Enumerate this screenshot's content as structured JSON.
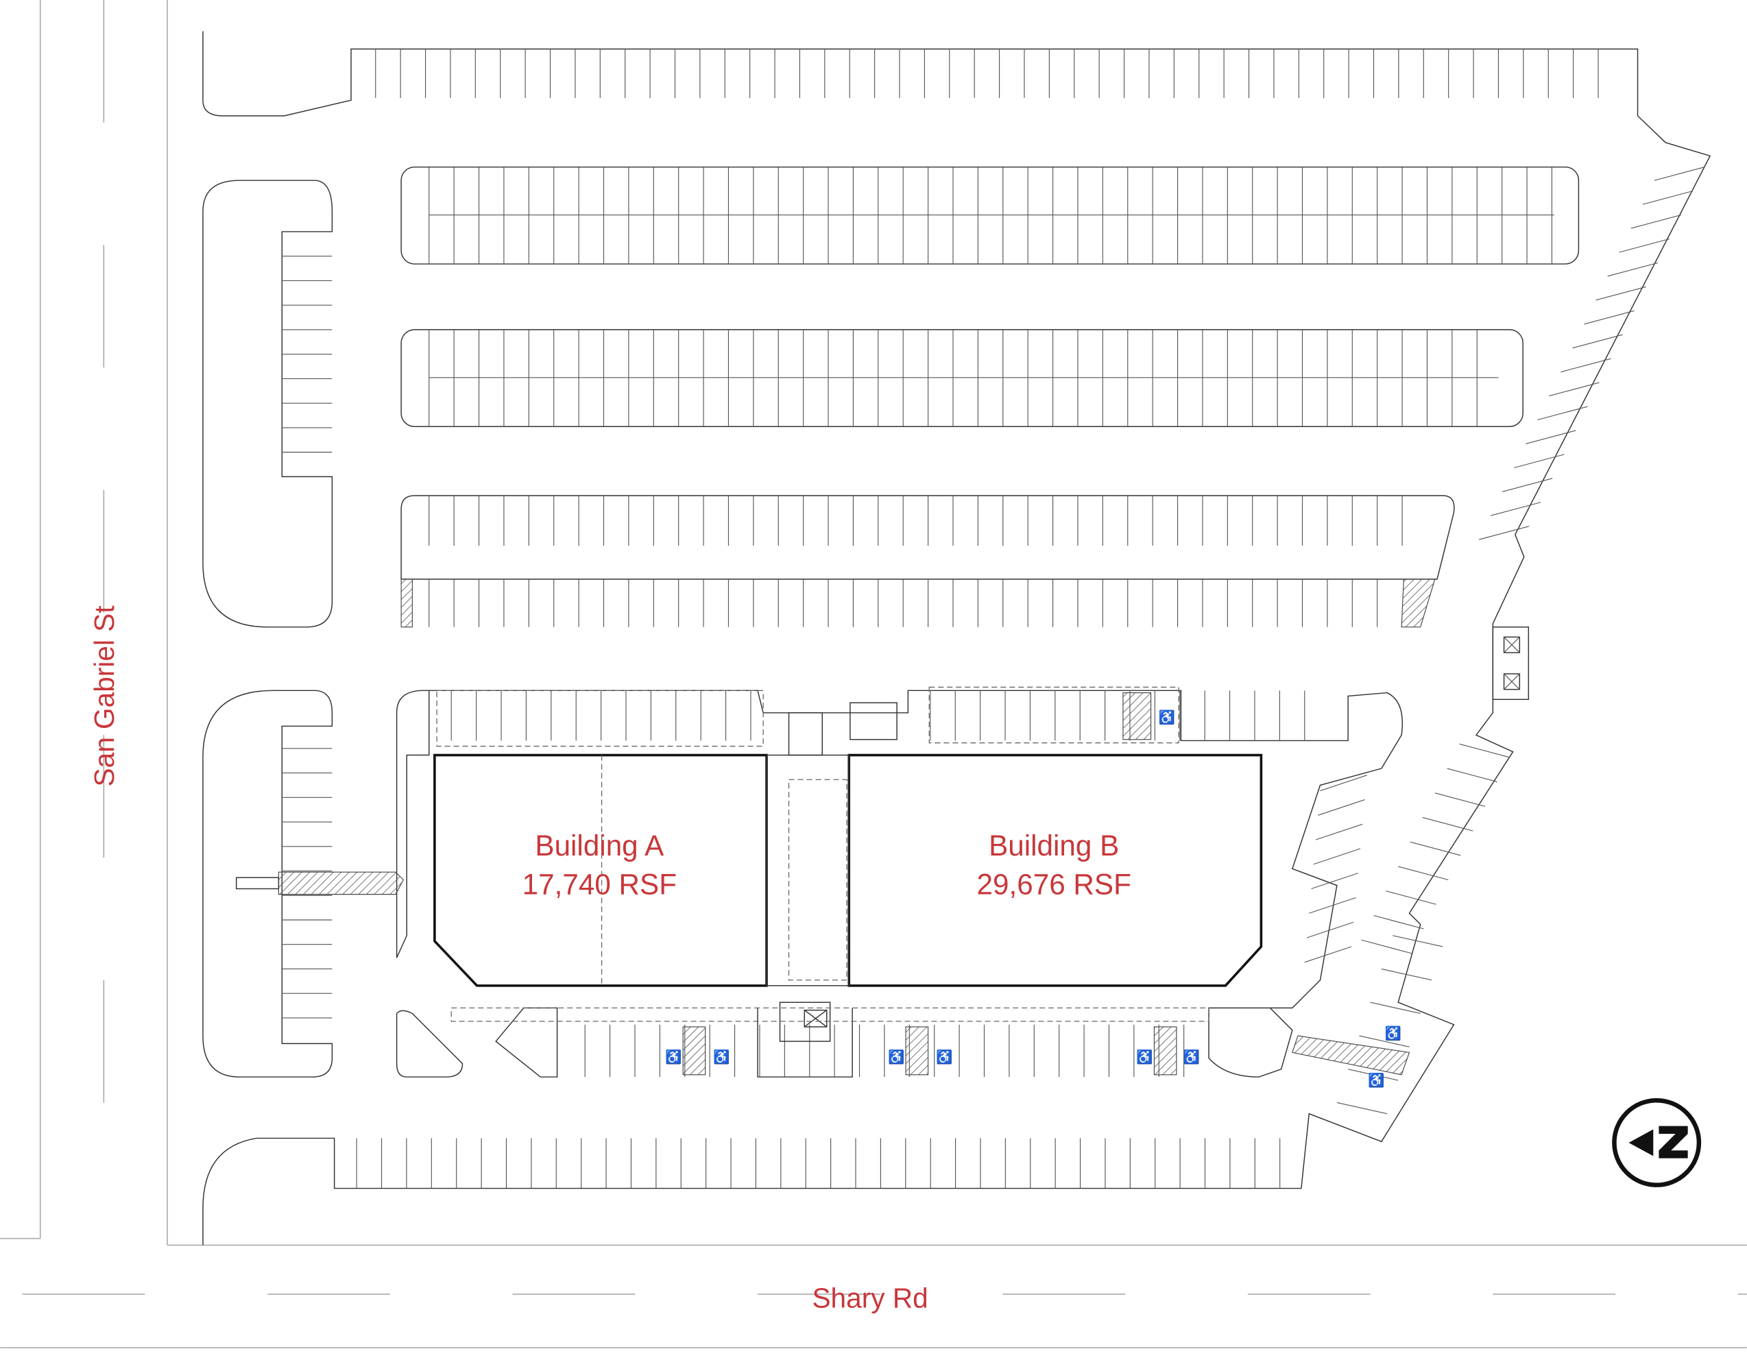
{
  "streets": {
    "west": "San Gabriel St",
    "south": "Shary Rd"
  },
  "buildings": [
    {
      "name": "Building A",
      "area": "17,740 RSF"
    },
    {
      "name": "Building B",
      "area": "29,676 RSF"
    }
  ],
  "north_arrow": {
    "letter": "N",
    "direction": "left"
  },
  "colors": {
    "label": "#c8373a",
    "lines": "#333333"
  }
}
